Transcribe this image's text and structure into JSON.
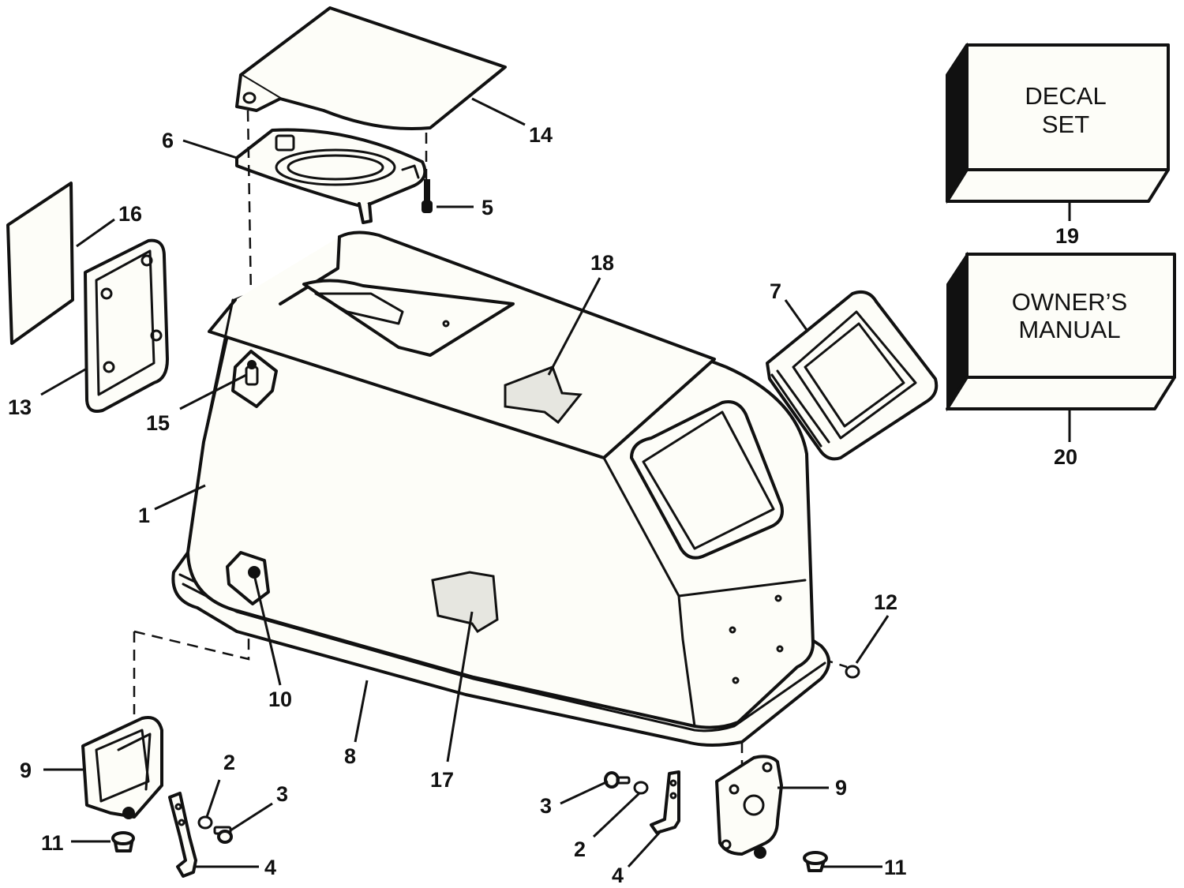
{
  "boxes": {
    "decal_set": {
      "lines": [
        "DECAL",
        "SET"
      ],
      "number": "19"
    },
    "owners_manual": {
      "lines": [
        "OWNER’S",
        "MANUAL"
      ],
      "number": "20"
    }
  },
  "callouts": {
    "c1": "1",
    "c2a": "2",
    "c2b": "2",
    "c3a": "3",
    "c3b": "3",
    "c4a": "4",
    "c4b": "4",
    "c5": "5",
    "c6": "6",
    "c7": "7",
    "c8": "8",
    "c9a": "9",
    "c9b": "9",
    "c10": "10",
    "c11a": "11",
    "c11b": "11",
    "c12": "12",
    "c13": "13",
    "c14": "14",
    "c15": "15",
    "c16": "16",
    "c17": "17",
    "c18": "18"
  }
}
